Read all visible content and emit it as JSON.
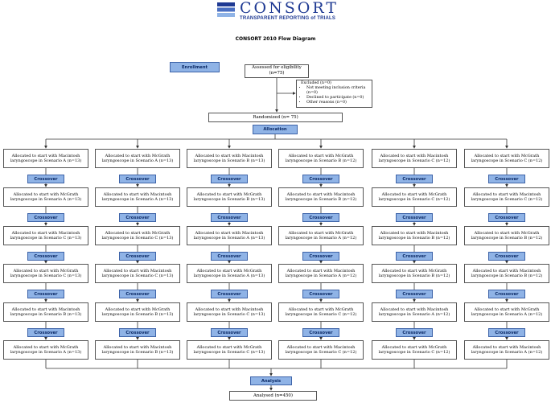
{
  "logo": {
    "title": "CONSORT",
    "subtitle": "TRANSPARENT REPORTING of TRIALS"
  },
  "diagram_title": "CONSORT 2010 Flow Diagram",
  "stages": {
    "enrollment": "Enrollment",
    "allocation": "Allocation",
    "crossover": "Crossover",
    "analysis": "Analysis"
  },
  "assessed": {
    "line1": "Assessed for eligibility",
    "line2": "(n=75)"
  },
  "excluded": {
    "title": "Excluded (n=0)",
    "items": [
      "Not meeting inclusion criteria (n=0)",
      "Declined to participate (n=0)",
      "Other reasons (n=0)"
    ]
  },
  "randomized": "Randomized (n= 75)",
  "analysed": "Analysed (n=450)",
  "columns": [
    {
      "boxes": [
        "Allocated to start with Macintosh laryngoscope in Scenario A (n=13)",
        "Allocated to start with McGrath laryngoscope in Scenario A (n=13)",
        "Allocated to start with Macintosh laryngoscope in Scenario C (n=13)",
        "Allocated to start with McGrath laryngoscope in Scenario C (n=13)",
        "Allocated to start with Macintosh laryngoscope in Scenario B (n=13)",
        "Allocated to start with McGrath laryngoscope in Scenario A (n=13)"
      ]
    },
    {
      "boxes": [
        "Allocated to start with McGrath laryngoscope in Scenario A (n=13)",
        "Allocated to start with Macintosh laryngoscope in Scenario A (n=13)",
        "Allocated to start with McGrath laryngoscope in Scenario C (n=13)",
        "Allocated to start with Macintosh laryngoscope in Scenario C (n=13)",
        "Allocated to start with McGrath laryngoscope in Scenario B (n=13)",
        "Allocated to start with Macintosh laryngoscope in Scenario B (n=13)"
      ]
    },
    {
      "boxes": [
        "Allocated to start with Macintosh laryngoscope in Scenario B (n=13)",
        "Allocated to start with McGrath laryngoscope in Scenario B (n=13)",
        "Allocated to start with Macintosh laryngoscope in Scenario A (n=13)",
        "Allocated to start with McGrath laryngoscope in Scenario A (n=13)",
        "Allocated to start with Macintosh laryngoscope in Scenario C (n=13)",
        "Allocated to start with McGrath laryngoscope in Scenario C (n=13)"
      ]
    },
    {
      "boxes": [
        "Allocated to start with McGrath laryngoscope in Scenario B (n=12)",
        "Allocated to start with Macintosh laryngoscope in Scenario B (n=12)",
        "Allocated to start with McGrath laryngoscope in Scenario A (n=12)",
        "Allocated to start with Macintosh laryngoscope in Scenario A (n=12)",
        "Allocated to start with McGrath laryngoscope in Scenario C (n=12)",
        "Allocated to start with Macintosh laryngoscope in Scenario C (n=12)"
      ]
    },
    {
      "boxes": [
        "Allocated to start with Macintosh laryngoscope in Scenario C (n=12)",
        "Allocated to start with McGrath laryngoscope in Scenario C (n=12)",
        "Allocated to start with Macintosh laryngoscope in Scenario B (n=12)",
        "Allocated to start with McGrath laryngoscope in Scenario B (n=12)",
        "Allocated to start with Macintosh laryngoscope in Scenario A (n=12)",
        "Allocated to start with McGrath laryngoscope in Scenario C (n=12)"
      ]
    },
    {
      "boxes": [
        "Allocated to start with McGrath laryngoscope in Scenario C (n=12)",
        "Allocated to start with Macintosh laryngoscope in Scenario C (n=12)",
        "Allocated to start with McGrath laryngoscope in Scenario B (n=12)",
        "Allocated to start with Macintosh laryngoscope in Scenario B (n=12)",
        "Allocated to start with McGrath laryngoscope in Scenario A (n=12)",
        "Allocated to start with Macintosh laryngoscope in Scenario A (n=12)"
      ]
    }
  ],
  "colors": {
    "stage_fill": "#8fb3e6",
    "stage_border": "#3d63a8",
    "logo_blue": "#1f3a93",
    "line": "#333333"
  }
}
